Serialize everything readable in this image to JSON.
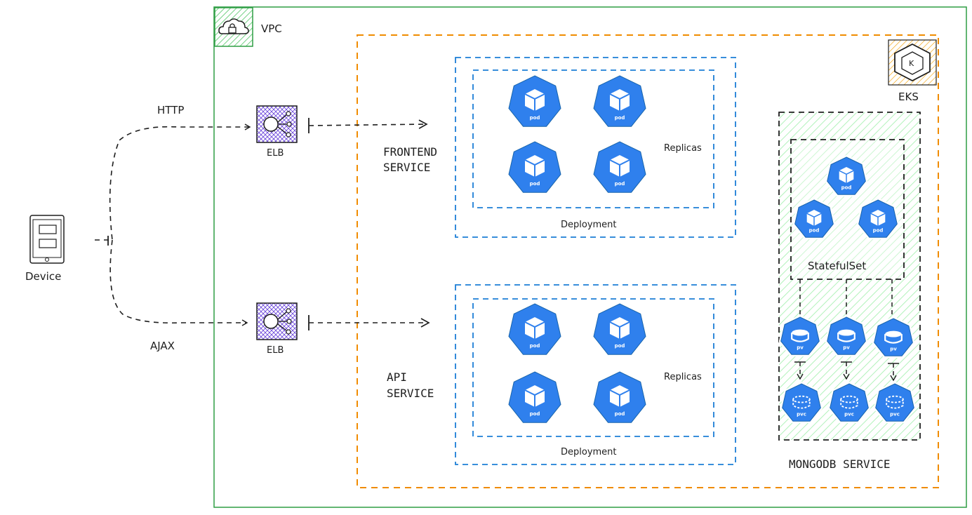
{
  "vpc": {
    "label": "VPC",
    "icon": "cloud-lock-icon",
    "color": "#2f9e44"
  },
  "eks": {
    "label": "EKS",
    "icon": "eks-icon",
    "color": "#e8590c"
  },
  "device": {
    "label": "Device",
    "icon": "mobile-device-icon"
  },
  "edges": {
    "http_label": "HTTP",
    "ajax_label": "AJAX"
  },
  "elb_top": {
    "label": "ELB",
    "icon": "elb-icon"
  },
  "elb_bottom": {
    "label": "ELB",
    "icon": "elb-icon"
  },
  "frontend": {
    "service_label_line1": "FRONTEND",
    "service_label_line2": "SERVICE",
    "replicas_label": "Replicas",
    "deployment_label": "Deployment",
    "pod_label": "pod"
  },
  "api": {
    "service_label_line1": "API",
    "service_label_line2": "SERVICE",
    "replicas_label": "Replicas",
    "deployment_label": "Deployment",
    "pod_label": "pod"
  },
  "mongodb": {
    "service_label": "MONGODB SERVICE",
    "statefulset_label": "StatefulSet",
    "pod_label": "pod",
    "pv_label": "pv",
    "pvc_label": "pvc"
  },
  "colors": {
    "k8s_blue": "#326ce5",
    "k8s_fill": "#2f80ed",
    "service_border": "#1c7ed6",
    "eks_border": "#f08c00",
    "elb_hatch": "#5c3bd6",
    "mongo_hatch": "#b2f2bb"
  }
}
